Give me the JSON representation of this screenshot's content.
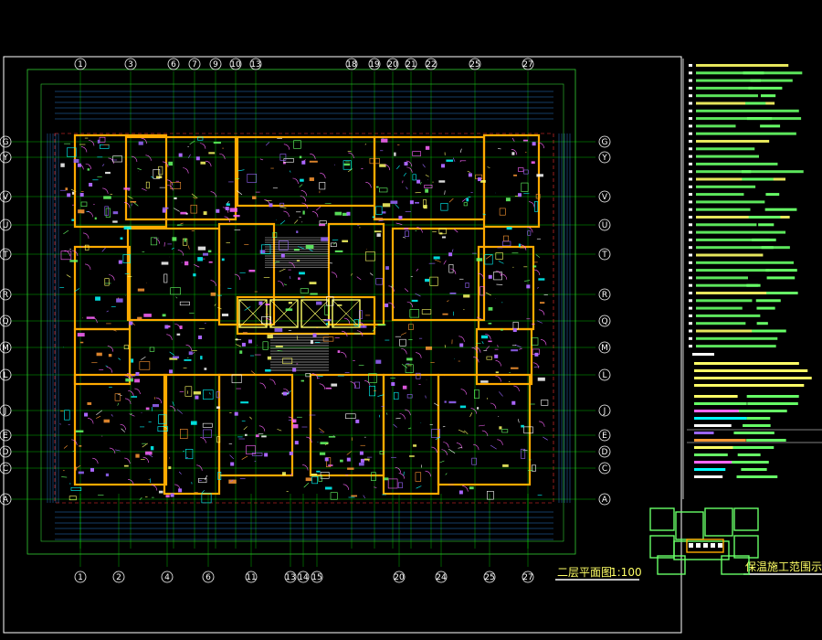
{
  "plan": {
    "title": "二层平面图",
    "scale": "1:100",
    "inset_title": "保温施工范围示意图"
  },
  "axes": {
    "top": [
      "1",
      "3",
      "6",
      "7",
      "9",
      "10",
      "13",
      "18",
      "19",
      "20",
      "21",
      "22",
      "25",
      "27"
    ],
    "bottom": [
      "1",
      "2",
      "4",
      "6",
      "11",
      "13",
      "14",
      "15",
      "20",
      "24",
      "25",
      "27"
    ],
    "left": [
      "G",
      "Y",
      "V",
      "U",
      "T",
      "R",
      "Q",
      "M",
      "L",
      "J",
      "E",
      "D",
      "C",
      "A"
    ],
    "right": [
      "G",
      "Y",
      "V",
      "U",
      "T",
      "R",
      "Q",
      "M",
      "L",
      "J",
      "E",
      "D",
      "C",
      "A"
    ]
  },
  "colors": {
    "background": "#000000",
    "grid": "#00ff00",
    "wall_insulation": "#ffaa00",
    "fixtures": "#ffff66",
    "doors": "#ff66ff",
    "axis_bubble": "#ffffff",
    "dimension": "#00ffff",
    "red_lines": "#ff3333"
  }
}
